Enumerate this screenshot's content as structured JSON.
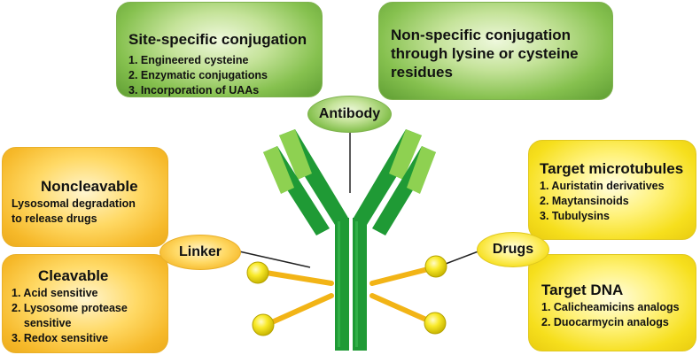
{
  "site_specific": {
    "title": "Site-specific conjugation",
    "items": [
      "1. Engineered cysteine",
      "2. Enzymatic conjugations",
      "3. Incorporation of UAAs"
    ]
  },
  "non_specific": {
    "lines": [
      "Non-specific conjugation",
      "through lysine or cysteine",
      "residues"
    ]
  },
  "antibody_label": "Antibody",
  "linker_label": "Linker",
  "drugs_label": "Drugs",
  "noncleavable": {
    "title": "Noncleavable",
    "lines": [
      "Lysosomal degradation",
      "to release drugs"
    ]
  },
  "cleavable": {
    "title": "Cleavable",
    "items": [
      "1. Acid sensitive",
      "2. Lysosome protease",
      "    sensitive",
      "3. Redox sensitive"
    ]
  },
  "microtubules": {
    "title": "Target microtubules",
    "items": [
      "1. Auristatin derivatives",
      "2. Maytansinoids",
      "3. Tubulysins"
    ]
  },
  "dna": {
    "title": "Target DNA",
    "items": [
      "1. Calicheamicins analogs",
      "2. Duocarmycin analogs"
    ]
  },
  "colors": {
    "antibody_dark": "#1f9a35",
    "antibody_light": "#8ed151",
    "linker": "#f2b416",
    "drug_ball": "#f7e617"
  }
}
